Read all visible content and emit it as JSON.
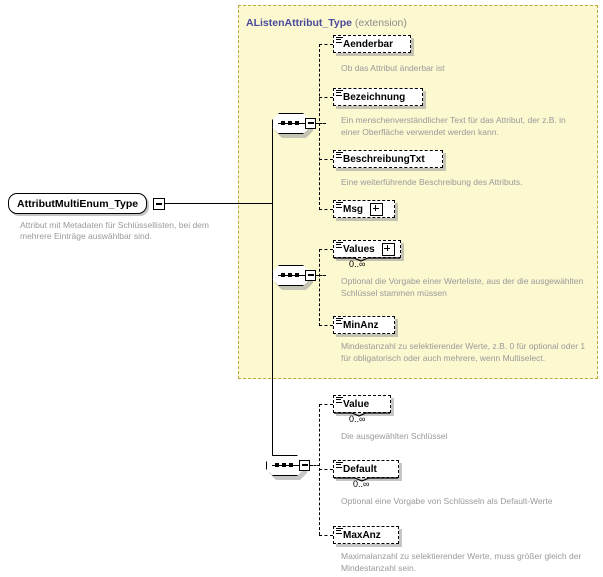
{
  "diagram": {
    "type": "xsd-schema-element-diagram",
    "root": {
      "name": "AttributMultiEnum_Type",
      "documentation": "Attribut mit Metadaten für Schlüssellisten, bei dem mehrere Einträge auswählbar sind.",
      "collapse_icon": "minus-icon"
    },
    "extension_group": {
      "title": "AListenAttribut_Type",
      "kind": "(extension)",
      "background": "#fcf8d0",
      "border": "#b9a93c"
    },
    "compositors": [
      {
        "id": "sequence-1",
        "kind": "sequence",
        "icon": "sequence-icon",
        "collapse_icon": "minus-icon"
      },
      {
        "id": "sequence-2",
        "kind": "sequence",
        "icon": "sequence-icon",
        "collapse_icon": "minus-icon"
      },
      {
        "id": "sequence-3",
        "kind": "sequence",
        "icon": "sequence-icon",
        "collapse_icon": "minus-icon"
      }
    ],
    "elements": [
      {
        "id": "aenderbar",
        "label": "Aenderbar",
        "group": "sequence-1",
        "optional": true,
        "repeatable": false,
        "expandable": false,
        "occurrence": "",
        "documentation": "Ob das Attribut änderbar ist"
      },
      {
        "id": "bezeichnung",
        "label": "Bezeichnung",
        "group": "sequence-1",
        "optional": true,
        "repeatable": false,
        "expandable": false,
        "occurrence": "",
        "documentation": "Ein menschenverständlicher Text für das Attribut, der z.B. in einer Oberfläche verwendet werden kann."
      },
      {
        "id": "beschreibungtxt",
        "label": "BeschreibungTxt",
        "group": "sequence-1",
        "optional": true,
        "repeatable": false,
        "expandable": false,
        "occurrence": "",
        "documentation": "Eine weiterführende Beschreibung des Attributs."
      },
      {
        "id": "msg",
        "label": "Msg",
        "group": "sequence-1",
        "optional": true,
        "repeatable": false,
        "expandable": true,
        "expand_icon": "plus-icon",
        "occurrence": "",
        "documentation": ""
      },
      {
        "id": "values",
        "label": "Values",
        "group": "sequence-2",
        "optional": true,
        "repeatable": true,
        "expandable": true,
        "expand_icon": "plus-icon",
        "occurrence": "0..∞",
        "documentation": "Optional die Vorgabe einer Werteliste, aus der die ausgewählten Schlüssel stammen müssen"
      },
      {
        "id": "minanz",
        "label": "MinAnz",
        "group": "sequence-2",
        "optional": true,
        "repeatable": false,
        "expandable": false,
        "occurrence": "",
        "documentation": "Mindestanzahl zu selektierender Werte, z.B. 0 für optional oder 1 für obligatorisch oder auch mehrere, wenn Multiselect."
      },
      {
        "id": "value",
        "label": "Value",
        "group": "sequence-3",
        "optional": true,
        "repeatable": true,
        "expandable": false,
        "occurrence": "0..∞",
        "documentation": "Die ausgewählten Schlüssel"
      },
      {
        "id": "default",
        "label": "Default",
        "group": "sequence-3",
        "optional": true,
        "repeatable": true,
        "expandable": false,
        "occurrence": "0..∞",
        "documentation": "Optional eine Vorgabe von Schlüsseln als Default-Werte"
      },
      {
        "id": "maxanz",
        "label": "MaxAnz",
        "group": "sequence-3",
        "optional": true,
        "repeatable": false,
        "expandable": false,
        "occurrence": "",
        "documentation": "Maximalanzahl zu selektierender Werte, muss größer gleich der Mindestanzahl sein."
      }
    ]
  }
}
